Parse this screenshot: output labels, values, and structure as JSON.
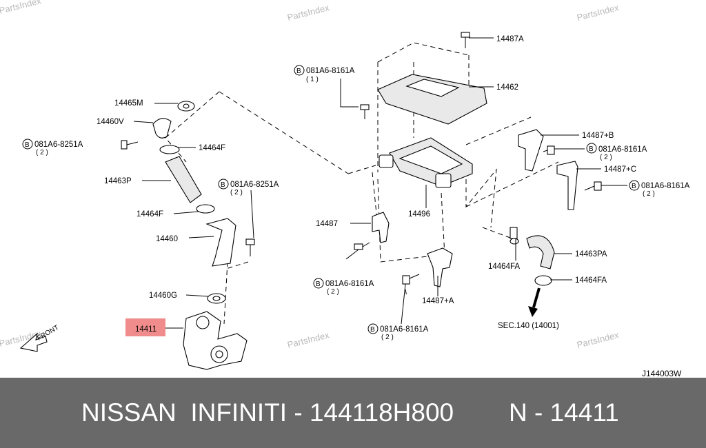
{
  "watermark": "PartsIndex",
  "diagram_code": "J144003W",
  "front_label": "FRONT",
  "highlight_color": "#f08c8c",
  "bar_color": "#696969",
  "callouts": {
    "c14487A": "14487A",
    "c14462": "14462",
    "b_top_code": "081A6-8161A",
    "b_top_qty": "( 1 )",
    "c14465M": "14465M",
    "c14460V": "14460V",
    "b_left_code": "081A6-8251A",
    "b_left_qty": "( 2 )",
    "c14464F_a": "14464F",
    "c14463P": "14463P",
    "b_mid_code": "081A6-8251A",
    "b_mid_qty": "( 2 )",
    "c14464F_b": "14464F",
    "c14460": "14460",
    "c14460G": "14460G",
    "c14411": "14411",
    "c14487": "14487",
    "c14496": "14496",
    "b_c1_code": "081A6-8161A",
    "b_c1_qty": "( 2 )",
    "c14487plusA": "14487+A",
    "b_c2_code": "081A6-8161A",
    "b_c2_qty": "( 2 )",
    "c14487plusB": "14487+B",
    "b_r1_code": "081A6-8161A",
    "b_r1_qty": "( 2 )",
    "c14487plusC": "14487+C",
    "b_r2_code": "081A6-8161A",
    "b_r2_qty": "( 2 )",
    "c14464FA_a": "14464FA",
    "c14463PA": "14463PA",
    "c14464FA_b": "14464FA",
    "sec": "SEC.140 (14001)"
  },
  "bolt_symbol": "B",
  "footer": {
    "main": "NISSAN  INFINITI - 144118H800",
    "ref": "N - 14411"
  }
}
